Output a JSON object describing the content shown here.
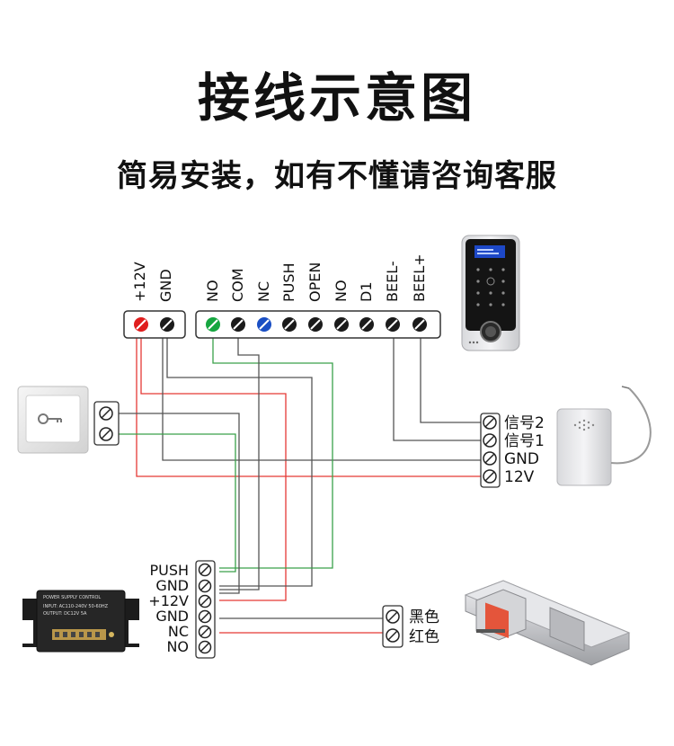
{
  "title": "接线示意图",
  "subtitle": "简易安装，如有不懂请咨询客服",
  "power_terminals": {
    "plus12v": "+12V",
    "gnd": "GND"
  },
  "controller_terminals": [
    "NO",
    "COM",
    "NC",
    "PUSH",
    "OPEN",
    "NO",
    "D1",
    "BEEL-",
    "BEEL+"
  ],
  "doorbell_terminals": [
    "信号2",
    "信号1",
    "GND",
    "12V"
  ],
  "psu_terminals": [
    "PUSH",
    "GND",
    "+12V",
    "GND",
    "NC",
    "NO"
  ],
  "lock_terminals": [
    "黑色",
    "红色"
  ],
  "devices": {
    "keypad": "keypad-reader-icon",
    "exit_button": "exit-button-icon",
    "psu": "power-supply-icon",
    "doorbell": "doorbell-icon",
    "lock": "electric-strike-lock-icon"
  },
  "psu_box": {
    "line1": "POWER SUPPLY CONTROL",
    "line2": "INPUT: AC110-240V 50-60HZ",
    "line3": "OUTPUT: DC12V 5A"
  },
  "colors": {
    "red_wire": "#e53935",
    "green_wire": "#3aa14a",
    "black_wire": "#444444",
    "red_terminal": "#e01e1e",
    "green_terminal": "#16a640",
    "blue_terminal": "#1a4fc4"
  }
}
